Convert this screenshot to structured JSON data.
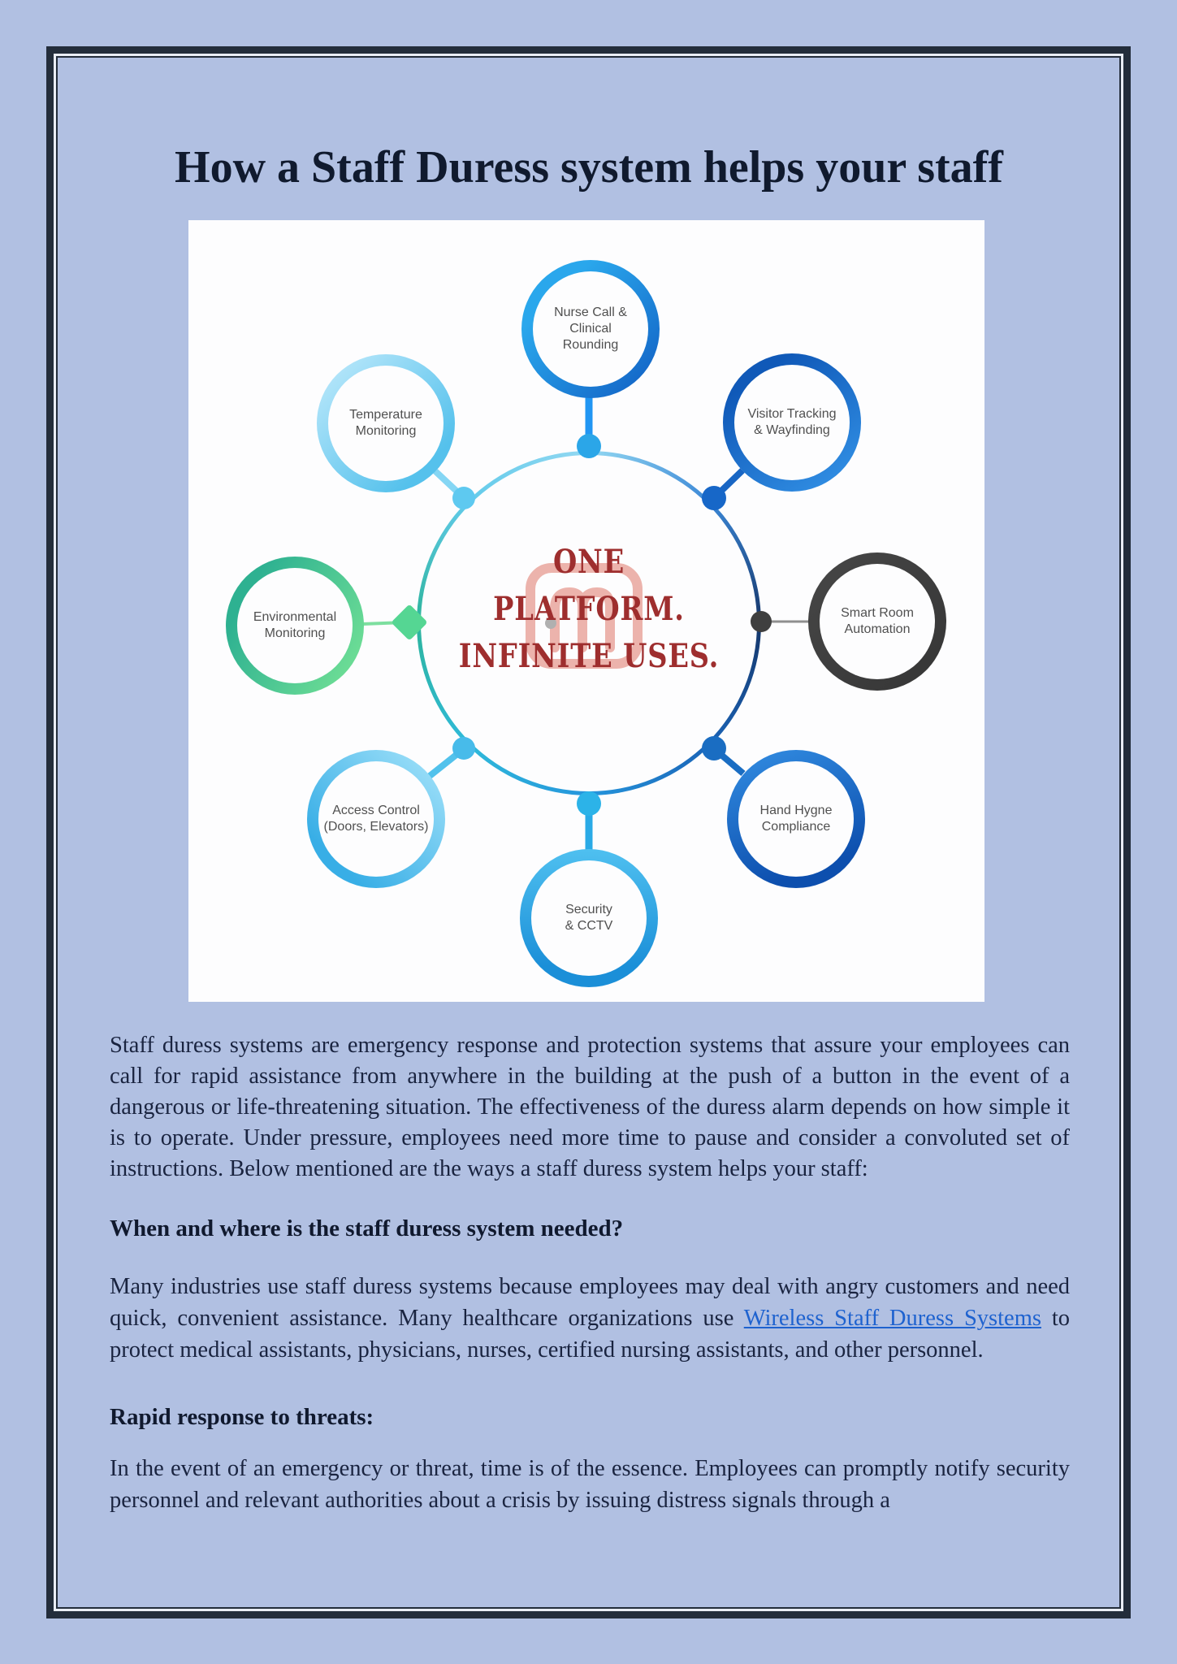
{
  "page": {
    "background": "#b1c0e2",
    "frame_color": "#232d3b",
    "title": "How a Staff Duress system helps your staff"
  },
  "diagram": {
    "background": "#fdfdfe",
    "center": {
      "lines": [
        "ONE",
        "PLATFORM.",
        "INFINITE USES."
      ],
      "text_color": "#9e2e2e",
      "logo": "m-monogram-watermark",
      "logo_color": "#e9a198"
    },
    "nodes": [
      {
        "id": "nurse-call",
        "lines": [
          "Nurse Call &",
          "Clinical",
          "Rounding"
        ],
        "ring_color": "#1e88e5"
      },
      {
        "id": "visitor",
        "lines": [
          "Visitor Tracking",
          "& Wayfinding"
        ],
        "ring_color": "#1565c0"
      },
      {
        "id": "smart-room",
        "lines": [
          "Smart Room",
          "Automation"
        ],
        "ring_color": "#3d3d3d"
      },
      {
        "id": "hand-hygne",
        "lines": [
          "Hand Hygne",
          "Compliance"
        ],
        "ring_color": "#1565c0"
      },
      {
        "id": "security",
        "lines": [
          "Security",
          "& CCTV"
        ],
        "ring_color": "#29a8e4"
      },
      {
        "id": "access",
        "lines": [
          "Access Control",
          "(Doors, Elevators)"
        ],
        "ring_color": "#4fc3f7"
      },
      {
        "id": "environmental",
        "lines": [
          "Environmental",
          "Monitoring"
        ],
        "ring_color": "#43bf8f"
      },
      {
        "id": "temperature",
        "lines": [
          "Temperature",
          "Monitoring"
        ],
        "ring_color": "#6ccdf2"
      }
    ]
  },
  "content": {
    "p1": "Staff duress systems are emergency response and protection systems that assure your employees can call for rapid assistance from anywhere in the building at the push of a button in the event of a dangerous or life-threatening situation. The effectiveness of the duress alarm depends on how simple it is to operate. Under pressure, employees need more time to pause and consider a convoluted set of instructions. Below mentioned are the ways a staff duress system helps your staff:",
    "h1": "When and where is the staff duress system needed?",
    "p2_before": "Many industries use staff duress systems because employees may deal with angry customers and need quick, convenient assistance. Many healthcare organizations use ",
    "link_text": "Wireless Staff Duress Systems",
    "p2_after": " to protect medical assistants, physicians, nurses, certified nursing assistants, and other personnel.",
    "h2": "Rapid response to threats:",
    "p3": "In the event of an emergency or threat, time is of the essence. Employees can promptly notify security personnel and relevant authorities about a crisis by issuing distress signals through a"
  }
}
